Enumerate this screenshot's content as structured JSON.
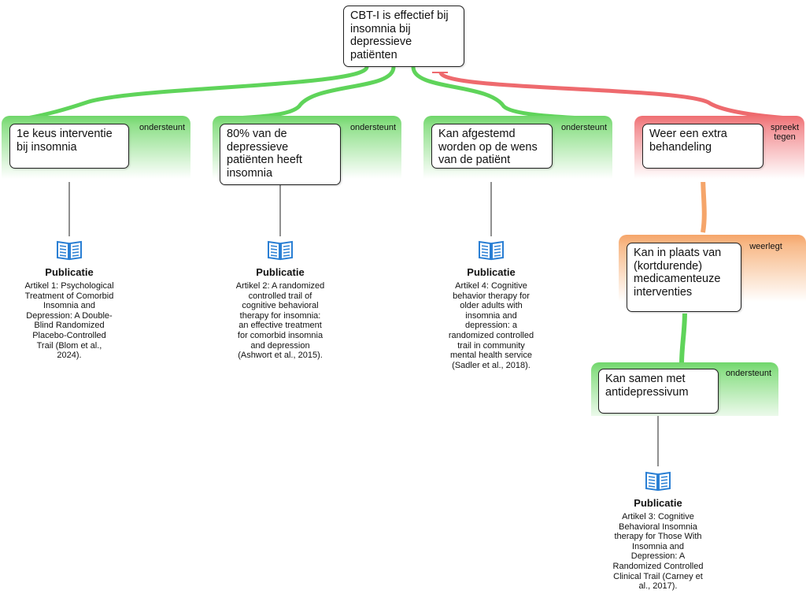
{
  "root": {
    "label": "CBT-I is effectief bij\ninsomnia bij\ndepressieve\npatiënten"
  },
  "arguments": [
    {
      "label": "1e keus interventie\nbij insomnia",
      "relation": "ondersteunt"
    },
    {
      "label": "80% van de\ndepressieve\npatiënten heeft\ninsomnia",
      "relation": "ondersteunt"
    },
    {
      "label": "Kan afgestemd\nworden op de wens\nvan de patiënt",
      "relation": "ondersteunt"
    },
    {
      "label": "Weer een extra\nbehandeling",
      "relation": "spreekt\ntegen"
    }
  ],
  "rebuttal": {
    "label": "Kan in plaats van\n(kortdurende)\nmedicamenteuze\ninterventies",
    "relation": "weerlegt"
  },
  "support_rebuttal": {
    "label": "Kan samen met\nantidepressivum",
    "relation": "ondersteunt"
  },
  "publications": [
    {
      "title": "Publicatie",
      "text": "Artikel 1: Psychological\nTreatment of Comorbid\nInsomnia and\nDepression: A Double-\nBlind Randomized\nPlacebo-Controlled\nTrail (Blom et al.,\n2024)."
    },
    {
      "title": "Publicatie",
      "text": "Artikel 2: A randomized\ncontrolled trail of\ncognitive behavioral\ntherapy for insomnia:\nan effective treatment\nfor comorbid insomnia\nand depression\n(Ashwort et al., 2015)."
    },
    {
      "title": "Publicatie",
      "text": "Artikel 4: Cognitive\nbehavior therapy for\nolder adults with\ninsomnia and\ndepression: a\nrandomized controlled\ntrail in community\nmental health service\n(Sadler et al., 2018)."
    },
    {
      "title": "Publicatie",
      "text": "Artikel 3: Cognitive\nBehavioral Insomnia\ntherapy for Those With\nInsomnia and\nDepression: A\nRandomized Controlled\nClinical Trail (Carney et\nal., 2017)."
    }
  ],
  "colors": {
    "support": "#5fd45a",
    "oppose": "#ee6a6e",
    "rebut": "#f5a56a",
    "line": "#222222"
  },
  "icons": {
    "publication": "open-book-icon"
  }
}
